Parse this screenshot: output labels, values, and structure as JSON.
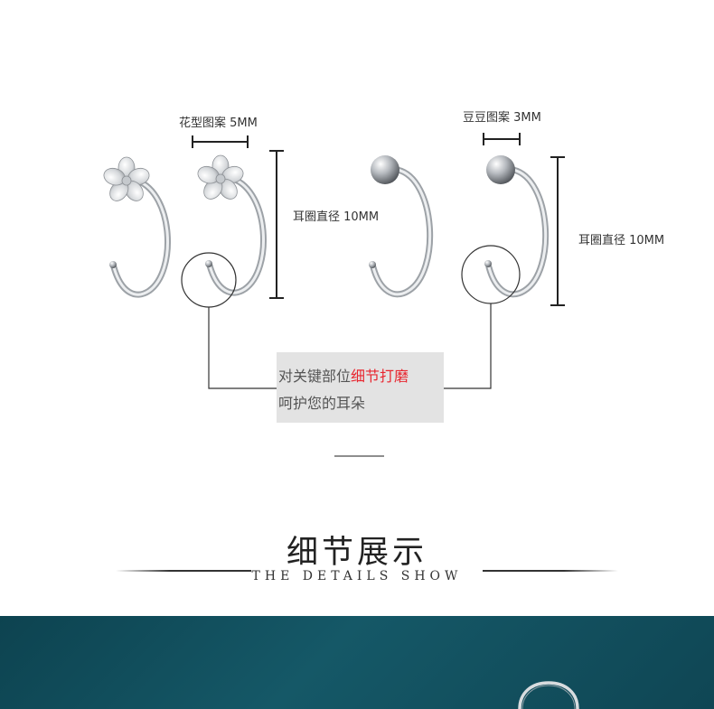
{
  "labels": {
    "flower_size": "花型图案 5MM",
    "bead_size": "豆豆图案 3MM",
    "hoop_diameter_left": "耳圈直径 10MM",
    "hoop_diameter_right": "耳圈直径 10MM"
  },
  "note": {
    "line1_prefix": "对关键部位",
    "line1_highlight": "细节打磨",
    "line2": "呵护您的耳朵"
  },
  "section": {
    "title": "细节展示",
    "subtitle": "THE DETAILS SHOW"
  },
  "colors": {
    "highlight": "#e8262f",
    "band": "#155867",
    "silver": "#c9cdd1"
  }
}
